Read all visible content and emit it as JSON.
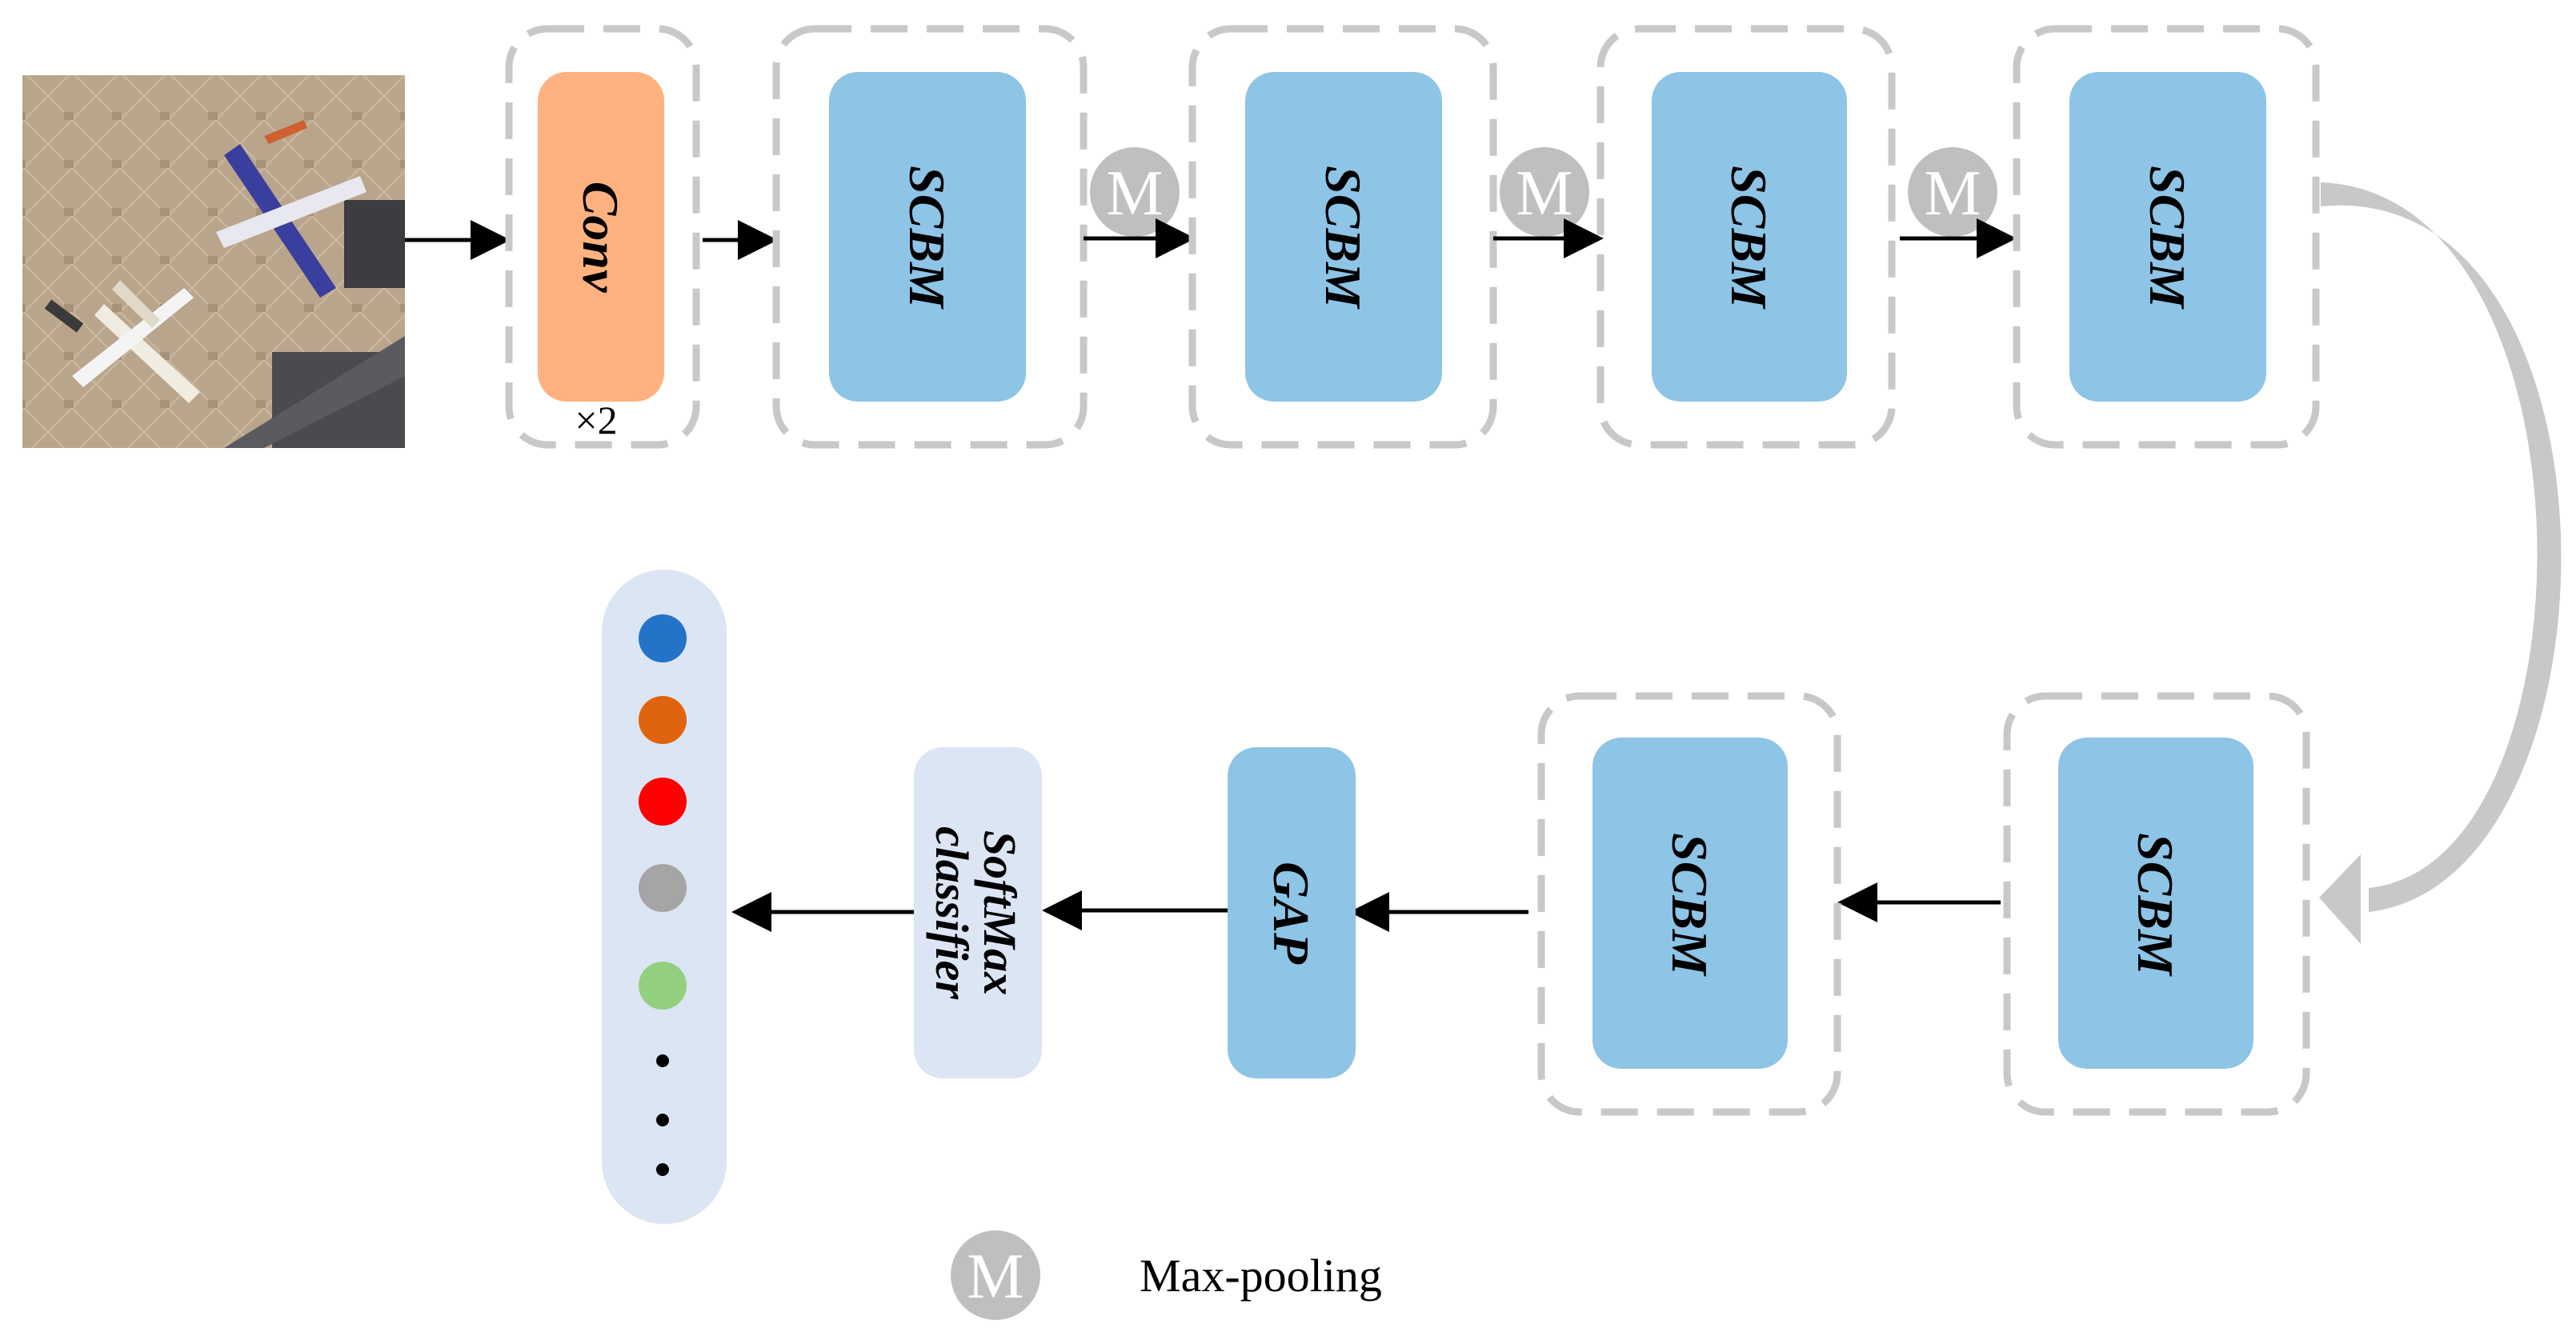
{
  "blocks": {
    "conv_label": "Conv",
    "conv_repeat": "×2",
    "scbm_label": "SCBM",
    "gap_label": "GAP",
    "softmax_line1": "SoftMax",
    "softmax_line2": "classifier"
  },
  "legend": {
    "symbol": "M",
    "text": "Max-pooling"
  },
  "output_classes": {
    "colors": [
      "#2373c8",
      "#e0640e",
      "#ff0000",
      "#a5a5a5",
      "#92d080"
    ],
    "ellipsis": "⋮"
  },
  "palette": {
    "conv_fill": "#ffb27f",
    "scbm_fill": "#8ec4e6",
    "softmax_fill": "#dbe5f3",
    "output_fill": "#dbe5f3",
    "dashed_border": "#c8c8c8",
    "maxpool_fill": "#bfbfbf"
  },
  "input_image": {
    "description_icon": "airplanes-on-tarmac-image"
  }
}
